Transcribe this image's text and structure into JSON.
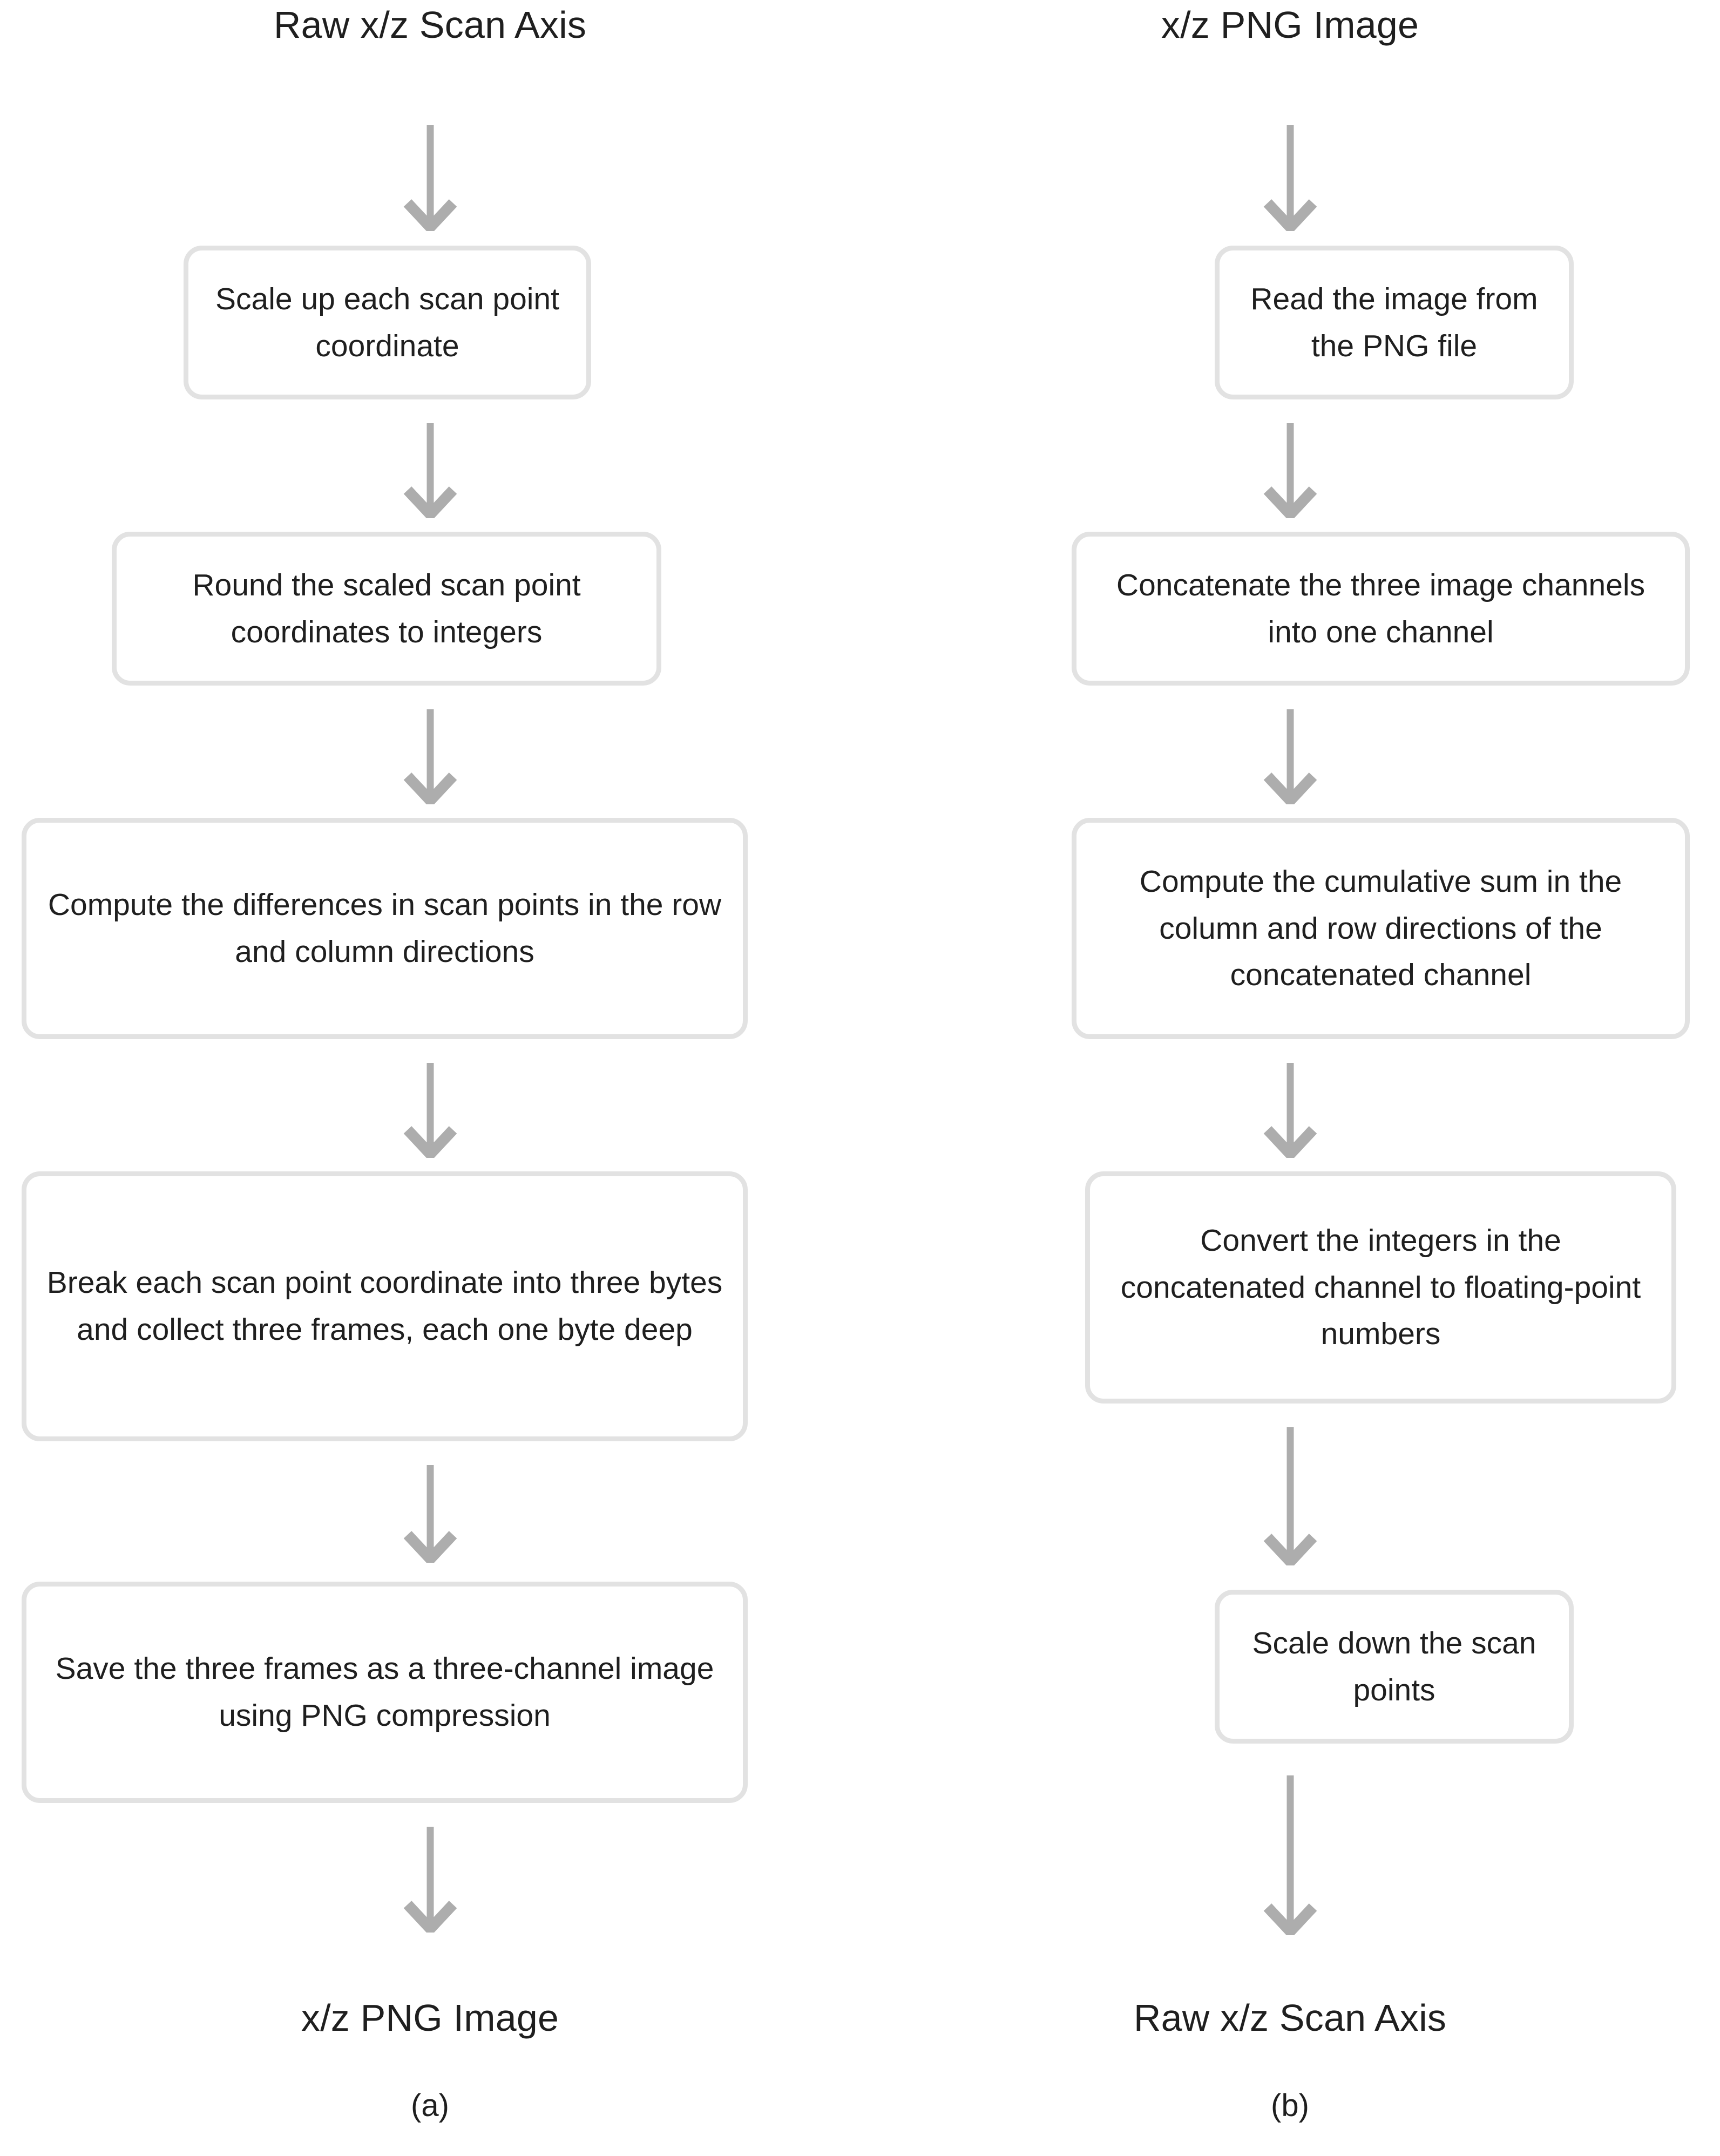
{
  "colors": {
    "node_border": "#e2e2e2",
    "arrow": "#adadad",
    "text": "#1f1f1f",
    "background": "#ffffff"
  },
  "panels": [
    {
      "caption": "(a)",
      "start_label": "Raw x/z Scan Axis",
      "end_label": "x/z PNG Image",
      "steps": [
        {
          "text": "Scale up each scan point coordinate"
        },
        {
          "text": "Round the scaled scan point coordinates to integers"
        },
        {
          "text": "Compute the differences in scan points in the row and column directions"
        },
        {
          "text": "Break each scan point coordinate into three bytes and collect three frames, each one byte deep"
        },
        {
          "text": "Save the three frames as a three-channel image using PNG compression"
        }
      ]
    },
    {
      "caption": "(b)",
      "start_label": "x/z PNG Image",
      "end_label": "Raw x/z Scan Axis",
      "steps": [
        {
          "text": "Read the image from the PNG file"
        },
        {
          "text": "Concatenate the three image channels into one channel"
        },
        {
          "text": "Compute the cumulative sum in the column and row directions of the concatenated channel"
        },
        {
          "text": "Convert the integers in the concatenated channel to floating-point numbers"
        },
        {
          "text": "Scale down the scan points"
        }
      ]
    }
  ],
  "arrow_icon_name": "down-arrow-icon"
}
